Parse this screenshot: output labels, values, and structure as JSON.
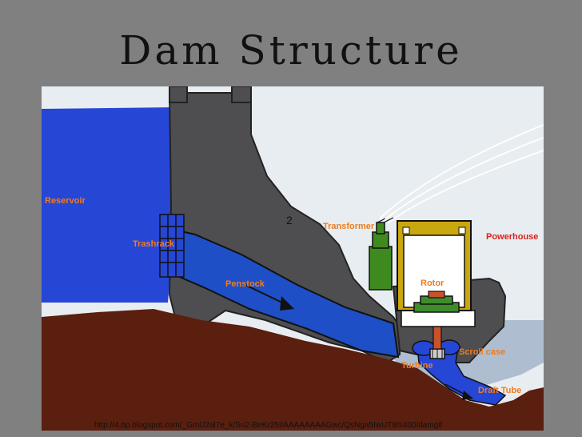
{
  "slide": {
    "title": "Dam Structure",
    "source_url": "http://4.bp.blogspot.com/_GmlJ2al7e_k/Su2-BeKr25I/AAAAAAAAGwc/QsNga5IwUT8/s400/damgif"
  },
  "diagram": {
    "labels": {
      "reservoir": "Reservoir",
      "trashrack": "Trashrack",
      "penstock": "Penstock",
      "transformer": "Transformer",
      "powerhouse": "Powerhouse",
      "rotor": "Rotor",
      "scroll_case": "Scroll case",
      "turbine": "Turbine",
      "draft_tube": "Draft Tube",
      "marker": "2"
    },
    "colors": {
      "sky": "#e8edf1",
      "water": "#2646d6",
      "dam": "#4e4e50",
      "earth": "#5a1f0f",
      "transformer": "#3f8a1e",
      "powerhouse": "#c9a70e",
      "generator": "#3e8d2a",
      "rotor_head": "#c9522a",
      "label_orange": "#f07c1e",
      "label_red": "#d8231b"
    }
  }
}
